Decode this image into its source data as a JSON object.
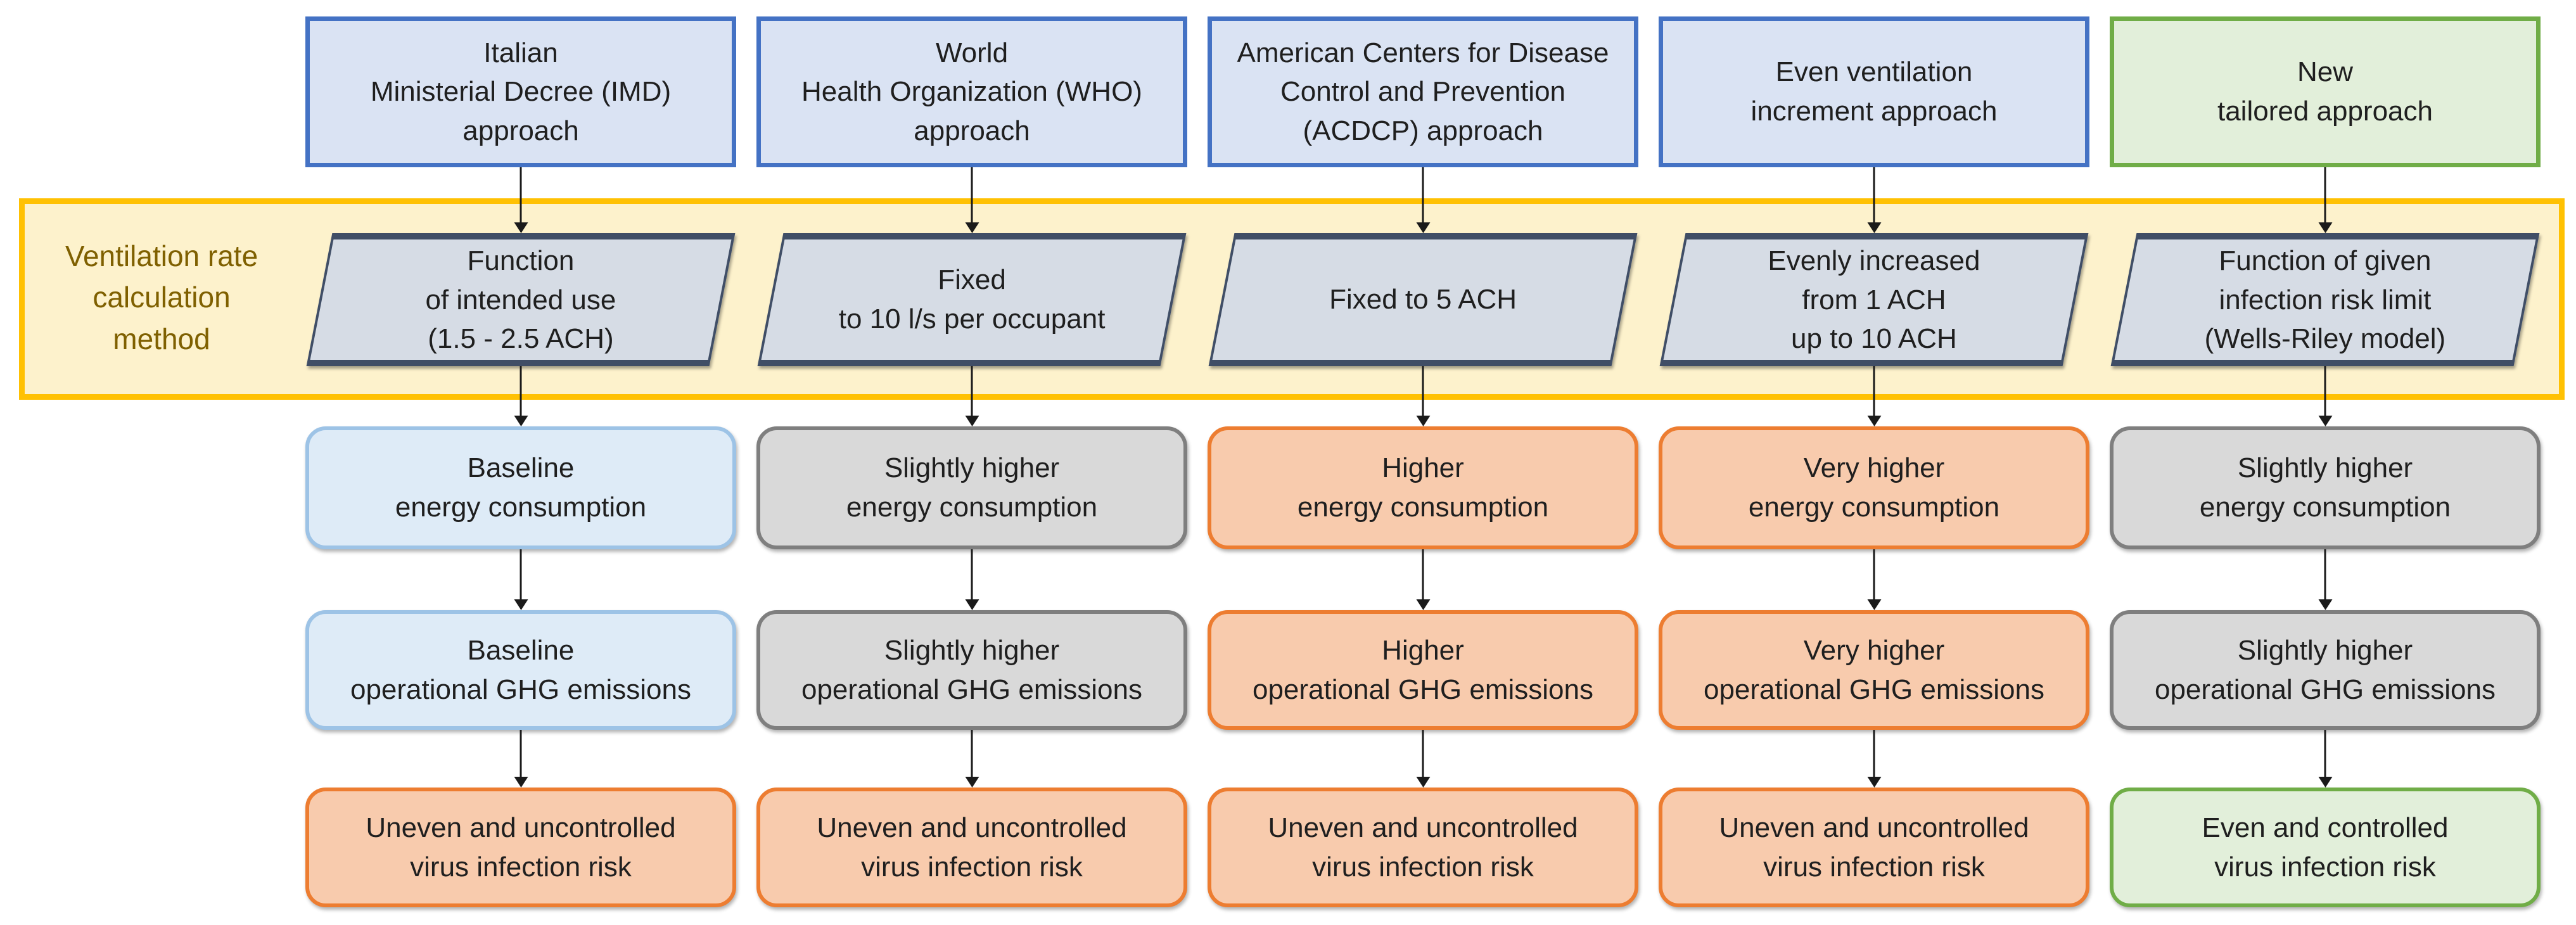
{
  "diagram": {
    "title_implicit": "Ventilation approaches comparison flowchart",
    "band_label": "Ventilation rate\ncalculation\nmethod",
    "palette": {
      "approach_blue_fill": "#dae3f3",
      "approach_blue_border": "#4472c4",
      "approach_green_fill": "#e2efda",
      "approach_green_border": "#70ad47",
      "band_fill": "#fdf2cc",
      "band_border": "#ffc103",
      "band_label_text": "#7f6000",
      "method_fill": "#d6dce5",
      "method_border": "#404e66",
      "outcome_lightblue_fill": "#deebf7",
      "outcome_lightblue_border": "#9dc3e6",
      "outcome_gray_fill": "#d9d9d9",
      "outcome_gray_border": "#7f7f7f",
      "outcome_orange_fill": "#f8cbad",
      "outcome_orange_border": "#ed7d31",
      "outcome_green_fill": "#e2efda",
      "outcome_green_border": "#70ad47",
      "text_color": "#1f1f1f",
      "arrow_color": "#1a1a1a"
    },
    "columns": [
      {
        "approach": "Italian\nMinisterial Decree (IMD)\napproach",
        "method": "Function\nof intended use\n(1.5 - 2.5 ACH)",
        "energy": "Baseline\nenergy consumption",
        "ghg": "Baseline\noperational GHG emissions",
        "risk": "Uneven and uncontrolled\nvirus infection risk"
      },
      {
        "approach": "World\nHealth Organization (WHO)\napproach",
        "method": "Fixed\nto 10 l/s per occupant",
        "energy": "Slightly higher\nenergy consumption",
        "ghg": "Slightly higher\noperational GHG emissions",
        "risk": "Uneven and uncontrolled\nvirus infection risk"
      },
      {
        "approach": "American Centers for Disease\nControl and Prevention\n(ACDCP) approach",
        "method": "Fixed to 5 ACH",
        "energy": "Higher\nenergy consumption",
        "ghg": "Higher\noperational GHG emissions",
        "risk": "Uneven and uncontrolled\nvirus infection risk"
      },
      {
        "approach": "Even ventilation\nincrement approach",
        "method": "Evenly increased\nfrom 1 ACH\nup to 10 ACH",
        "energy": "Very higher\nenergy consumption",
        "ghg": "Very higher\noperational GHG emissions",
        "risk": "Uneven and uncontrolled\nvirus infection risk"
      },
      {
        "approach": "New\ntailored approach",
        "method": "Function of given\ninfection risk limit\n(Wells-Riley model)",
        "energy": "Slightly higher\nenergy consumption",
        "ghg": "Slightly higher\noperational GHG emissions",
        "risk": "Even and controlled\nvirus infection risk"
      }
    ]
  }
}
